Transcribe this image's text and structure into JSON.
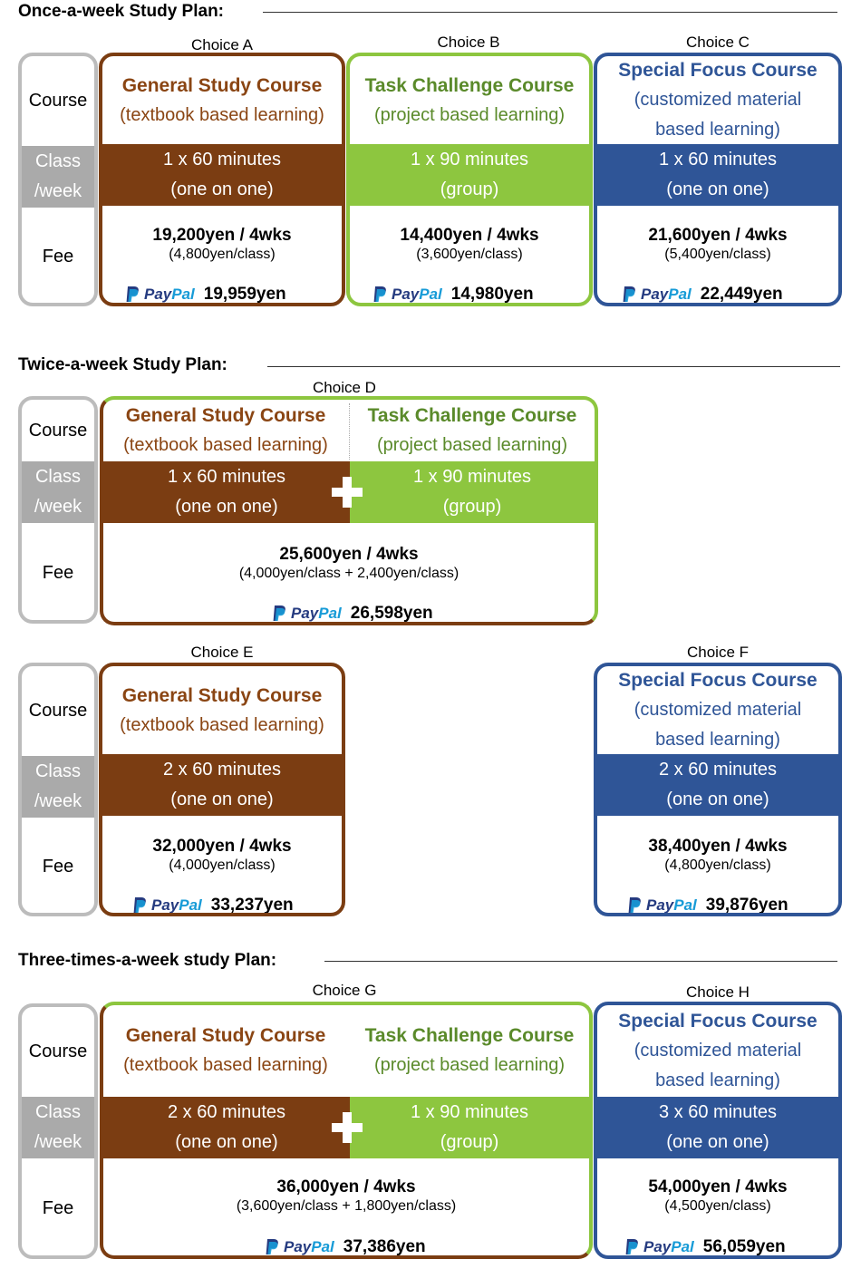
{
  "sections": {
    "once": "Once-a-week Study Plan:",
    "twice": "Twice-a-week Study Plan:",
    "three": "Three-times-a-week study Plan:"
  },
  "row_labels": {
    "course": "Course",
    "class_line1": "Class",
    "class_line2": "/week",
    "fee": "Fee"
  },
  "paypal": {
    "pay": "Pay",
    "pal": "Pal"
  },
  "courses": {
    "general": {
      "title": "General Study Course",
      "sub": "(textbook based learning)"
    },
    "task": {
      "title": "Task Challenge Course",
      "sub": "(project based learning)"
    },
    "special": {
      "title": "Special Focus Course",
      "sub1": "(customized material",
      "sub2": "based learning)"
    }
  },
  "class_text": {
    "one60": "1 x 60 minutes",
    "one90": "1 x 90 minutes",
    "two60": "2 x 60 minutes",
    "three60": "3 x 60 minutes",
    "oneonone": "(one on one)",
    "group": "(group)"
  },
  "choices": {
    "A": {
      "label": "Choice A",
      "fee": "19,200yen / 4wks",
      "per": "(4,800yen/class)",
      "paypal": "19,959yen"
    },
    "B": {
      "label": "Choice B",
      "fee": "14,400yen / 4wks",
      "per": "(3,600yen/class)",
      "paypal": "14,980yen"
    },
    "C": {
      "label": "Choice C",
      "fee": "21,600yen / 4wks",
      "per": "(5,400yen/class)",
      "paypal": "22,449yen"
    },
    "D": {
      "label": "Choice D",
      "fee": "25,600yen / 4wks",
      "per": "(4,000yen/class + 2,400yen/class)",
      "paypal": "26,598yen"
    },
    "E": {
      "label": "Choice E",
      "fee": "32,000yen / 4wks",
      "per": "(4,000yen/class)",
      "paypal": "33,237yen"
    },
    "F": {
      "label": "Choice F",
      "fee": "38,400yen / 4wks",
      "per": "(4,800yen/class)",
      "paypal": "39,876yen"
    },
    "G": {
      "label": "Choice G",
      "fee": "36,000yen / 4wks",
      "per": "(3,600yen/class + 1,800yen/class)",
      "paypal": "37,386yen"
    },
    "H": {
      "label": "Choice H",
      "fee": "54,000yen / 4wks",
      "per": "(4,500yen/class)",
      "paypal": "56,059yen"
    }
  },
  "colors": {
    "brown": "#7b3d12",
    "green": "#8dc63f",
    "blue": "#2f5597",
    "grey": "#aaaaaa"
  },
  "icons": {
    "paypal": "paypal-logo-icon",
    "plus": "plus-icon"
  }
}
